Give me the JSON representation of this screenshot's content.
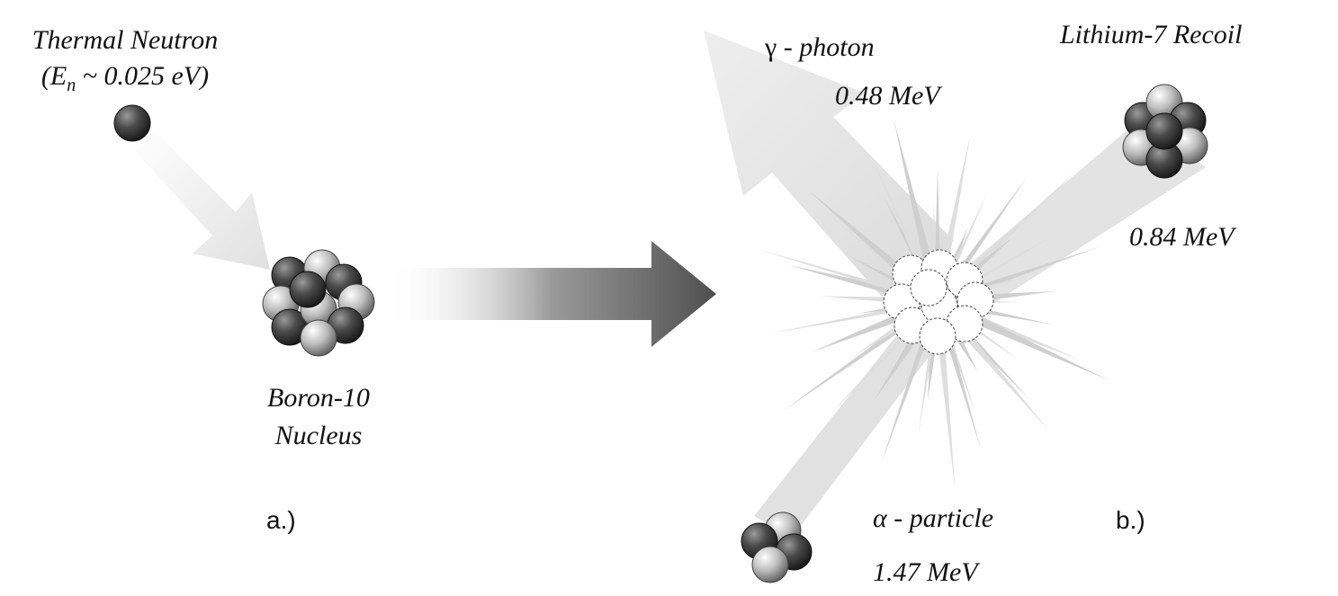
{
  "neutron": {
    "label": "Thermal Neutron",
    "energy_prefix": "(E",
    "energy_sub": "n",
    "energy_suffix": " ~ 0.025 eV)"
  },
  "boron": {
    "line1": "Boron-10",
    "line2": "Nucleus"
  },
  "gamma": {
    "symbol": "γ",
    "label": " - photon",
    "energy": "0.48 MeV"
  },
  "lithium": {
    "label": "Lithium-7 Recoil",
    "energy": "0.84 MeV"
  },
  "alpha": {
    "symbol": "α",
    "label": " - particle",
    "energy": "1.47 MeV"
  },
  "panels": {
    "a": "a.)",
    "b": "b.)"
  },
  "colors": {
    "dark_nucleon": "#3a3a3a",
    "light_nucleon": "#d8d8d8",
    "beam": "#e6e6e6",
    "arrow_dark": "#555555"
  }
}
